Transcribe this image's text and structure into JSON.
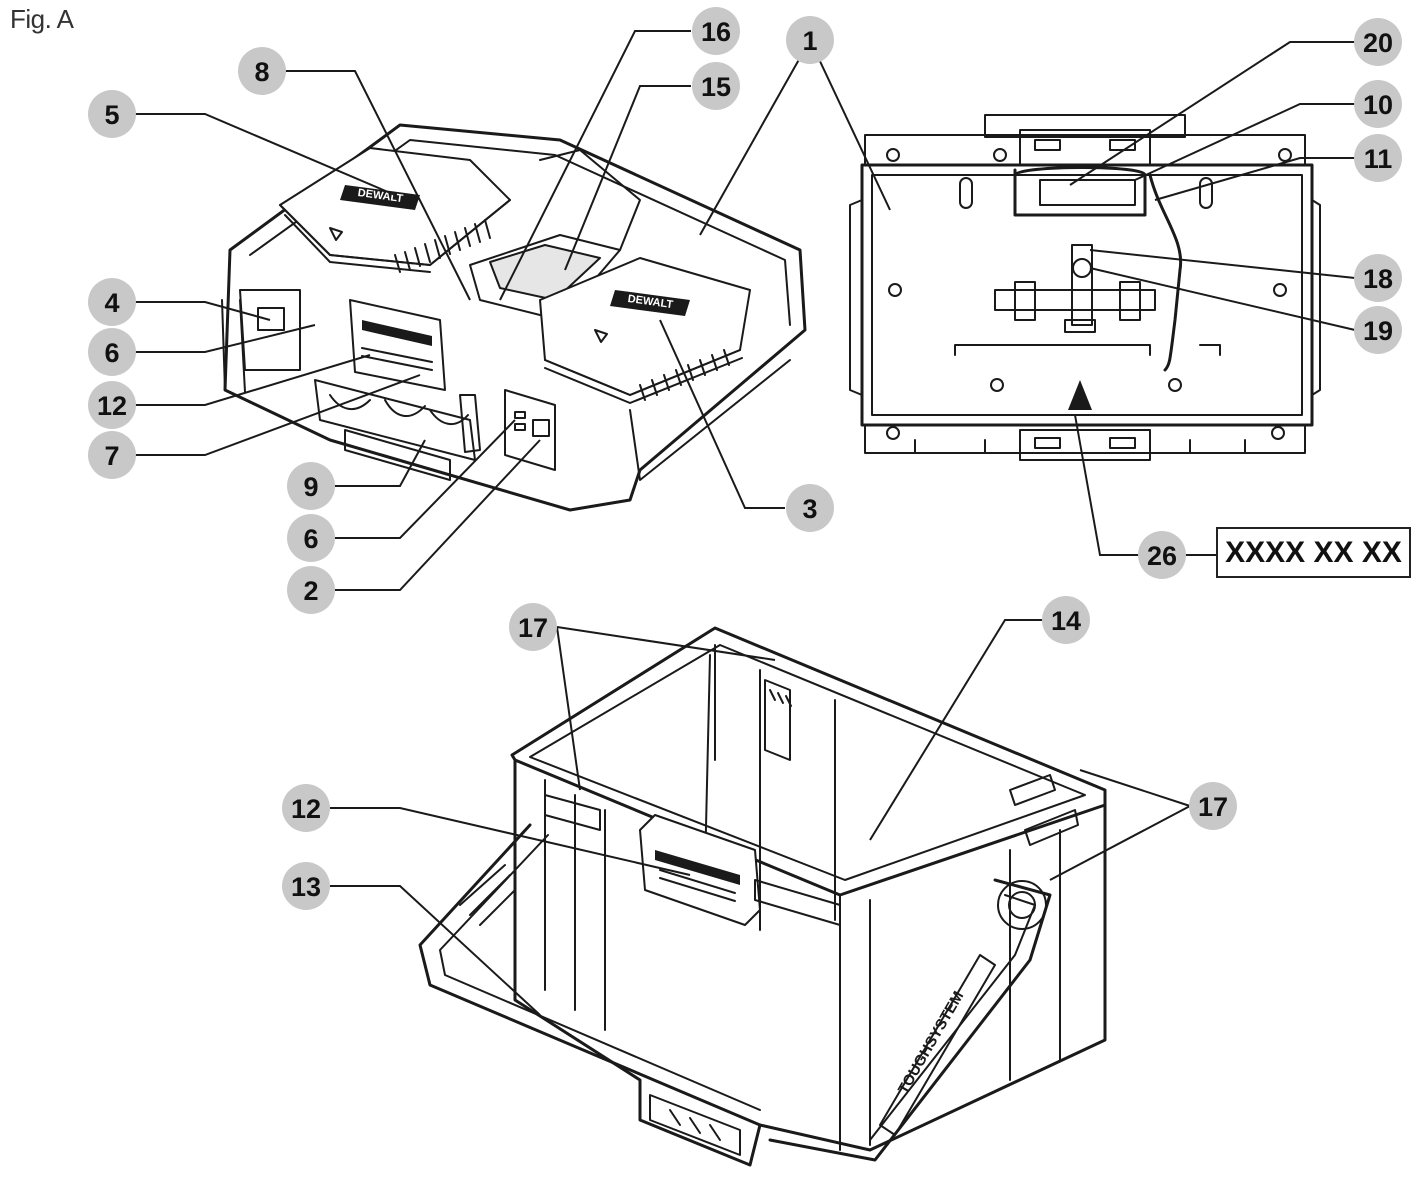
{
  "figure_label": "Fig. A",
  "model_code": "XXXX XX XX",
  "brand_marks": [
    "DEWALT",
    "TOUGHSYSTEM"
  ],
  "callouts": [
    {
      "id": "c1",
      "label": "1"
    },
    {
      "id": "c2",
      "label": "2"
    },
    {
      "id": "c3",
      "label": "3"
    },
    {
      "id": "c4",
      "label": "4"
    },
    {
      "id": "c5",
      "label": "5"
    },
    {
      "id": "c6a",
      "label": "6"
    },
    {
      "id": "c6b",
      "label": "6"
    },
    {
      "id": "c7",
      "label": "7"
    },
    {
      "id": "c8",
      "label": "8"
    },
    {
      "id": "c9",
      "label": "9"
    },
    {
      "id": "c10",
      "label": "10"
    },
    {
      "id": "c11",
      "label": "11"
    },
    {
      "id": "c12a",
      "label": "12"
    },
    {
      "id": "c12b",
      "label": "12"
    },
    {
      "id": "c13",
      "label": "13"
    },
    {
      "id": "c14",
      "label": "14"
    },
    {
      "id": "c15",
      "label": "15"
    },
    {
      "id": "c16",
      "label": "16"
    },
    {
      "id": "c17a",
      "label": "17"
    },
    {
      "id": "c17b",
      "label": "17"
    },
    {
      "id": "c18",
      "label": "18"
    },
    {
      "id": "c19",
      "label": "19"
    },
    {
      "id": "c20",
      "label": "20"
    },
    {
      "id": "c26",
      "label": "26"
    }
  ]
}
